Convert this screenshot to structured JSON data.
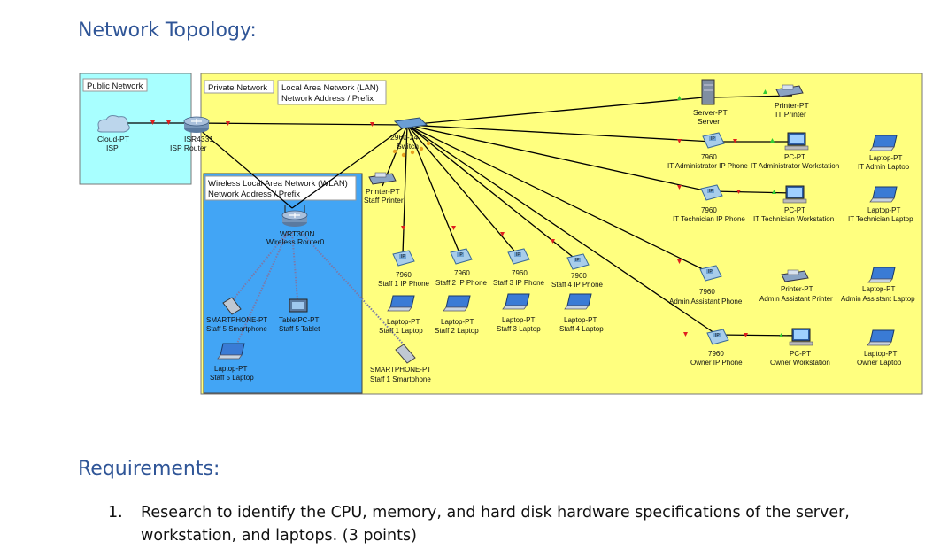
{
  "headings": {
    "topology": "Network Topology:",
    "requirements": "Requirements:"
  },
  "requirements": [
    {
      "number": "1.",
      "text": "Research to identify the CPU, memory, and hard disk hardware specifications of the server, workstation, and laptops. (3 points)"
    }
  ],
  "diagram": {
    "public_network_label": "Public Network",
    "private_network_label": "Private Network",
    "lan_label_1": "Local Area Network (LAN)",
    "lan_label_2": "Network Address / Prefix",
    "wlan_label_1": "Wireless Local Area Network (WLAN)",
    "wlan_label_2": "Network Address / Prefix",
    "colors": {
      "public_bg": "#a8ffff",
      "private_bg": "#ffff7f",
      "wlan_bg": "#42a5f5",
      "link": "#000000",
      "link_down": "#e02020",
      "link_up": "#33cc33"
    },
    "devices": {
      "cloud": {
        "model": "Cloud-PT",
        "name": "ISP"
      },
      "router": {
        "model": "ISR4331",
        "name": "ISP Router"
      },
      "switch": {
        "model": "2960-24",
        "name": "Switch"
      },
      "wrouter": {
        "model": "WRT300N",
        "name": "Wireless Router0"
      },
      "staff_printer": {
        "model": "Printer-PT",
        "name": "Staff Printer"
      },
      "server": {
        "model": "Server-PT",
        "name": "Server"
      },
      "it_printer": {
        "model": "Printer-PT",
        "name": "IT Printer"
      },
      "it_admin_phone": {
        "model": "7960",
        "name": "IT Administrator IP Phone"
      },
      "it_admin_ws": {
        "model": "PC-PT",
        "name": "IT Administrator Workstation"
      },
      "it_admin_laptop": {
        "model": "Laptop-PT",
        "name": "IT Admin Laptop"
      },
      "it_tech_phone": {
        "model": "7960",
        "name": "IT Technician IP Phone"
      },
      "it_tech_ws": {
        "model": "PC-PT",
        "name": "IT Technician Workstation"
      },
      "it_tech_laptop": {
        "model": "Laptop-PT",
        "name": "IT Technician Laptop"
      },
      "admin_phone": {
        "model": "7960",
        "name": "Admin Assistant Phone"
      },
      "admin_printer": {
        "model": "Printer-PT",
        "name": "Admin Assistant Printer"
      },
      "admin_laptop": {
        "model": "Laptop-PT",
        "name": "Admin Assistant Laptop"
      },
      "owner_phone": {
        "model": "7960",
        "name": "Owner IP Phone"
      },
      "owner_ws": {
        "model": "PC-PT",
        "name": "Owner Workstation"
      },
      "owner_laptop": {
        "model": "Laptop-PT",
        "name": "Owner Laptop"
      },
      "staff1_phone": {
        "model": "7960",
        "name": "Staff 1 IP Phone"
      },
      "staff2_phone": {
        "model": "7960",
        "name": "Staff 2 IP Phone"
      },
      "staff3_phone": {
        "model": "7960",
        "name": "Staff 3 IP Phone"
      },
      "staff4_phone": {
        "model": "7960",
        "name": "Staff 4 IP Phone"
      },
      "staff1_laptop": {
        "model": "Laptop-PT",
        "name": "Staff 1 Laptop"
      },
      "staff2_laptop": {
        "model": "Laptop-PT",
        "name": "Staff 2 Laptop"
      },
      "staff3_laptop": {
        "model": "Laptop-PT",
        "name": "Staff 3 Laptop"
      },
      "staff4_laptop": {
        "model": "Laptop-PT",
        "name": "Staff 4 Laptop"
      },
      "staff1_phone_sm": {
        "model": "SMARTPHONE-PT",
        "name": "Staff 1 Smartphone"
      },
      "staff5_phone_sm": {
        "model": "SMARTPHONE-PT",
        "name": "Staff 5 Smartphone"
      },
      "staff5_tablet": {
        "model": "TabletPC-PT",
        "name": "Staff 5 Tablet"
      },
      "staff5_laptop": {
        "model": "Laptop-PT",
        "name": "Staff 5 Laptop"
      }
    }
  }
}
